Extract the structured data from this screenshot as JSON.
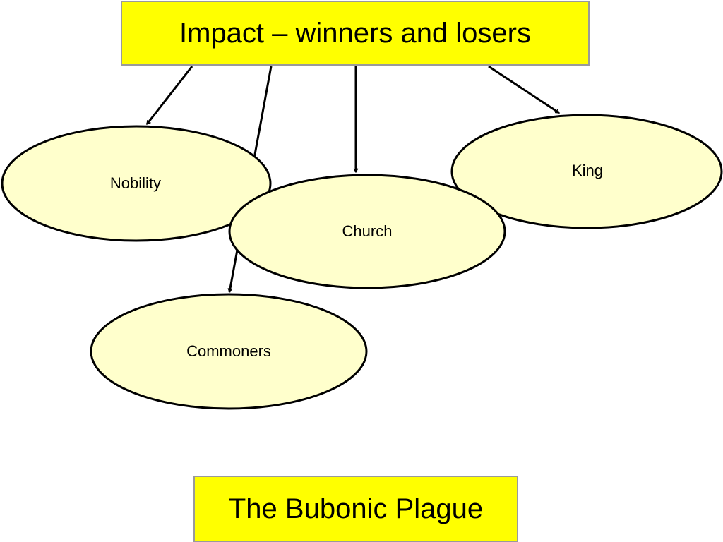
{
  "title": "Impact – winners and losers",
  "footer": "The Bubonic Plague",
  "nodes": {
    "nobility": "Nobility",
    "king": "King",
    "church": "Church",
    "commoners": "Commoners"
  },
  "colors": {
    "banner_fill": "#ffff00",
    "banner_border": "#9a9a9a",
    "ellipse_fill": "#ffffcc",
    "stroke": "#000000"
  }
}
